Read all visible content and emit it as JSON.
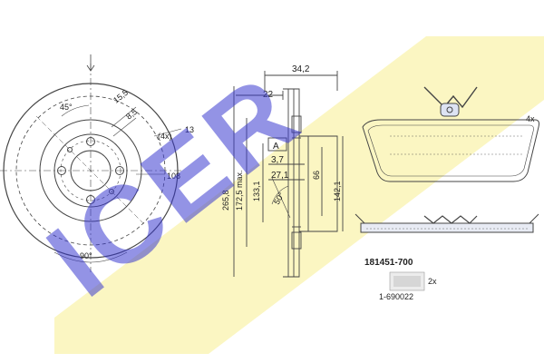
{
  "brand": {
    "watermark": "ICER",
    "watermark_color": "#3b3bd0",
    "band_color": "#fbf6c2"
  },
  "disc_front": {
    "angle_top": "45°",
    "angle_bottom": "90°",
    "dim_hole_1": "15,5",
    "dim_hole_2": "8,5",
    "dim_holes_count": "(4x)",
    "dim_hole_3": "13",
    "dim_inner": "108"
  },
  "disc_section": {
    "dim_width": "34,2",
    "dim_hub": "22",
    "tag_a": "A",
    "dim_a": "3,7",
    "dim_b": "27,1",
    "dim_outer": "265,8",
    "dim_max": "172,5 max.",
    "dim_133": "133,1",
    "dim_50": "50°",
    "dim_66": "66",
    "dim_142": "142,1"
  },
  "pads": {
    "qty_top": "4x",
    "part_number": "181451-700",
    "qty_bottom": "2x",
    "ref_number": "1-690022"
  }
}
